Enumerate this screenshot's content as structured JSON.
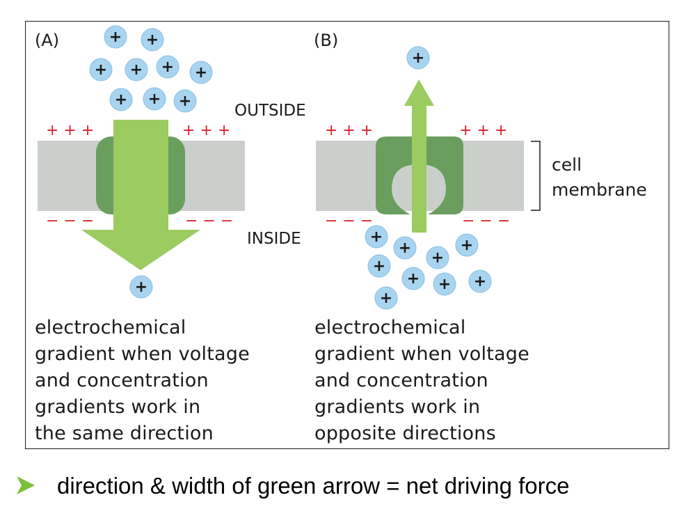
{
  "colors": {
    "membrane": "#cbcfcc",
    "channel": "#6a9e5e",
    "arrow": "#9ccb5f",
    "ion_fill": "#a9d4ef",
    "ion_edge": "#84bfe4",
    "charge_red": "#d8232a",
    "bullet_green": "#7bbf3a"
  },
  "panel_a": {
    "label": "(A)",
    "outside_label": "OUTSIDE",
    "inside_label": "INSIDE",
    "ion_symbol": "+",
    "outer_charge": "+ + +",
    "inner_charge": "− − −",
    "caption": [
      "electrochemical",
      "gradient when voltage",
      "and concentration",
      "gradients work in",
      "the same direction"
    ]
  },
  "panel_b": {
    "label": "(B)",
    "membrane_label": [
      "cell",
      "membrane"
    ],
    "ion_symbol": "+",
    "outer_charge": "+ + +",
    "inner_charge": "− − −",
    "caption": [
      "electrochemical",
      "gradient when voltage",
      "and concentration",
      "gradients work in",
      "opposite directions"
    ]
  },
  "bullet": {
    "icon": "triangle-arrow-bullet-icon",
    "text": "direction & width of green arrow = net driving force"
  }
}
